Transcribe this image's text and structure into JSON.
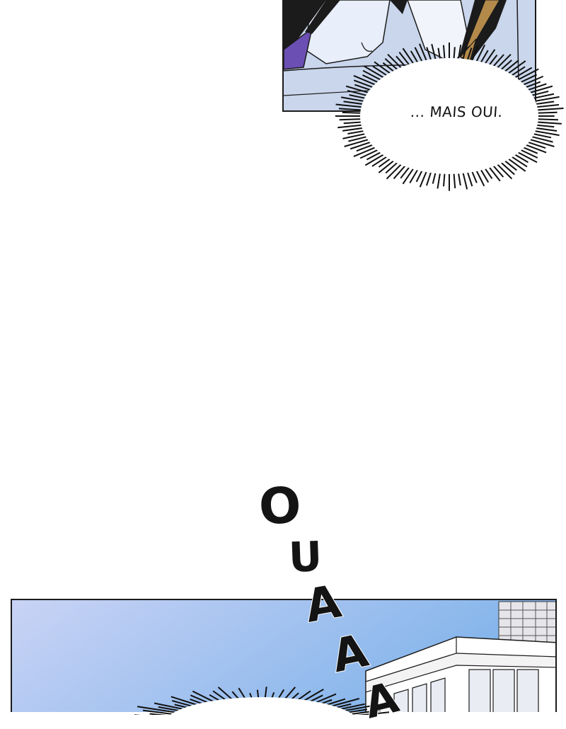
{
  "bubble": {
    "text": "... MAIS OUI."
  },
  "sfx": {
    "letters": [
      "O",
      "U",
      "A",
      "A",
      "A"
    ]
  },
  "colors": {
    "sky_top": "#c9d3f5",
    "sky_bottom": "#7eb2ea",
    "jacket": "#c9d6ec",
    "tie_purple": "#6b4fb3",
    "tie_gold": "#b48a4a",
    "outline": "#1b1b1b"
  }
}
